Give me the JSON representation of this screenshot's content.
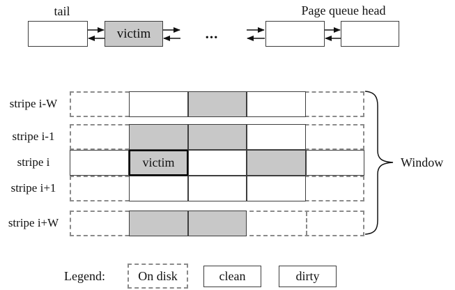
{
  "colors": {
    "dirty_fill": "#c8c8c8",
    "solid_border": "#3d3d3d",
    "dashed_border": "#8a8a8a",
    "victim_border": "#000000",
    "background": "#ffffff"
  },
  "queue": {
    "tail_label": "tail",
    "head_label": "Page queue head",
    "ellipsis": "...",
    "nodes": [
      {
        "id": "tail-node",
        "label": "",
        "state": "clean"
      },
      {
        "id": "victim-node",
        "label": "victim",
        "state": "dirty"
      },
      {
        "id": "middle-node",
        "label": "",
        "state": "clean"
      },
      {
        "id": "head-node",
        "label": "",
        "state": "clean"
      }
    ]
  },
  "grid": {
    "victim_label": "victim",
    "cell_states_legend": [
      "disk",
      "clean",
      "dirty",
      "victim"
    ],
    "stripes": [
      {
        "label": "stripe i-W",
        "outline": "dashed",
        "cells": [
          "disk",
          "clean",
          "dirty",
          "clean",
          "disk"
        ]
      },
      {
        "label": "stripe i-1",
        "outline": "dashed",
        "cells": [
          "disk",
          "dirty",
          "dirty",
          "clean",
          "disk"
        ]
      },
      {
        "label": "stripe i",
        "outline": "solid",
        "cells": [
          "clean",
          "victim",
          "clean",
          "dirty",
          "clean"
        ]
      },
      {
        "label": "stripe i+1",
        "outline": "dashed",
        "cells": [
          "disk",
          "clean",
          "clean",
          "clean",
          "disk"
        ]
      },
      {
        "label": "stripe i+W",
        "outline": "dashed",
        "cells": [
          "disk",
          "dirty",
          "dirty",
          "disk",
          "disk"
        ],
        "dashed_divider_before_last_cell": true
      }
    ]
  },
  "window_label": "Window",
  "legend": {
    "title": "Legend:",
    "items": [
      {
        "label": "On disk",
        "style": "disk"
      },
      {
        "label": "clean",
        "style": "clean"
      },
      {
        "label": "dirty",
        "style": "dirty"
      }
    ]
  }
}
